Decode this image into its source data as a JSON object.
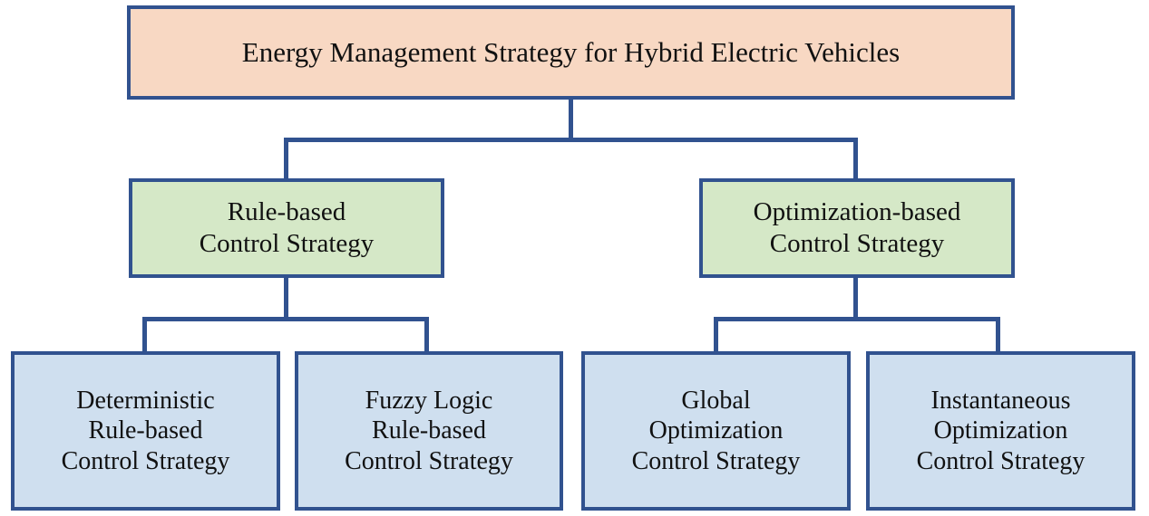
{
  "diagram": {
    "title": "Energy Management Strategy for Hybrid Electric Vehicles",
    "type": "hierarchy-tree",
    "orientation": "top-down",
    "levels": 3,
    "colors": {
      "border": "#31528F",
      "root_fill": "#F8D8C3",
      "category_fill": "#D5E8C7",
      "leaf_fill": "#CFDFEF",
      "text": "#111111",
      "background": "#FFFFFF"
    }
  },
  "nodes": {
    "root": {
      "label": "Energy Management Strategy for Hybrid Electric Vehicles",
      "level": 0
    },
    "categories": [
      {
        "id": "rule-based",
        "label": "Rule-based\nControl Strategy",
        "level": 1
      },
      {
        "id": "optimization-based",
        "label": "Optimization-based\nControl Strategy",
        "level": 1
      }
    ],
    "leaves": [
      {
        "id": "deterministic",
        "label": "Deterministic\nRule-based\nControl Strategy",
        "level": 2,
        "parent": "rule-based"
      },
      {
        "id": "fuzzy-logic",
        "label": "Fuzzy Logic\nRule-based\nControl Strategy",
        "level": 2,
        "parent": "rule-based"
      },
      {
        "id": "global-optimization",
        "label": "Global\nOptimization\nControl Strategy",
        "level": 2,
        "parent": "optimization-based"
      },
      {
        "id": "instantaneous-optimization",
        "label": "Instantaneous\nOptimization\nControl Strategy",
        "level": 2,
        "parent": "optimization-based"
      }
    ]
  },
  "edges": [
    {
      "from": "root",
      "to": "rule-based"
    },
    {
      "from": "root",
      "to": "optimization-based"
    },
    {
      "from": "rule-based",
      "to": "deterministic"
    },
    {
      "from": "rule-based",
      "to": "fuzzy-logic"
    },
    {
      "from": "optimization-based",
      "to": "global-optimization"
    },
    {
      "from": "optimization-based",
      "to": "instantaneous-optimization"
    }
  ]
}
